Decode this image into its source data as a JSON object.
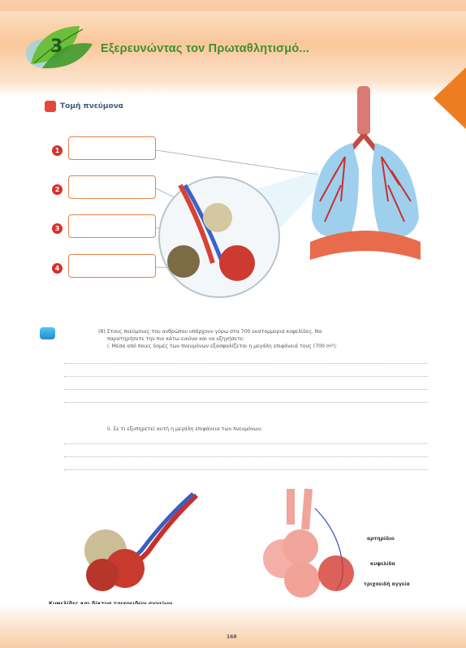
{
  "header": {
    "chapter_number": "3",
    "title": "Εξερευνώντας τον Πρωταθλητισμό..."
  },
  "section": {
    "title": "Τομή πνεύμονα"
  },
  "labels": [
    "1",
    "2",
    "3",
    "4"
  ],
  "question": {
    "intro": "(8) Στους πνεύμονες του ανθρώπου υπάρχουν γύρω στα 700 εκατομμύρια κυψελίδες. Να",
    "intro2": "παρατηρήσετε την πιο κάτω εικόνα και να εξηγήσετε:",
    "part_i": "i. Μέσα από ποιες δομές των πνευμόνων εξασφαλίζεται η μεγάλη επιφάνειά τους (700 m²);",
    "part_ii": "ii. Σε τι εξυπηρετεί αυτή η μεγάλη επιφάνεια των πνευμόνων;"
  },
  "figure_captions": {
    "left": "Κυψελίδες και δίκτυα τριχοειδών αγγείων",
    "label_artery": "αρτηρίδιο",
    "label_alveolus": "κυψελίδα",
    "label_capillary": "τριχοειδή αγγεία"
  },
  "colors": {
    "accent_orange": "#ee7d22",
    "title_green": "#3f8f2e",
    "number_red": "#d3342d"
  },
  "page_number": "168"
}
